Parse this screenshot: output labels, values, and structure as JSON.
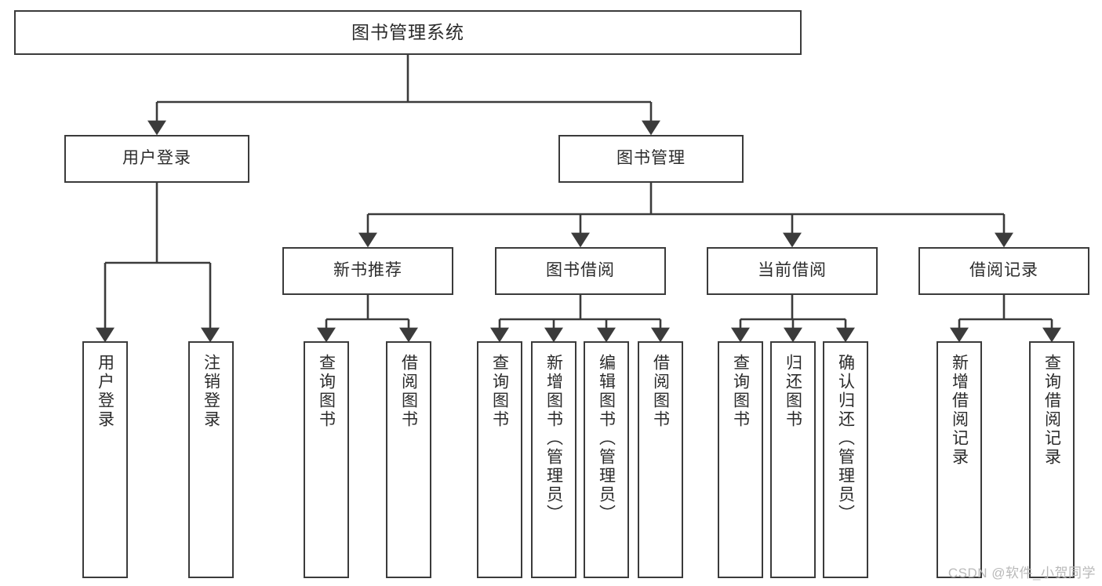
{
  "diagram": {
    "title": "图书管理系统",
    "watermark": "CSDN @软件_小贺同学",
    "background": "#ffffff",
    "stroke_color": "#3b3b3b",
    "text_color": "#2b2b2b",
    "root": {
      "label": "图书管理系统"
    },
    "level2": [
      {
        "id": "user-login",
        "label": "用户登录"
      },
      {
        "id": "book-manage",
        "label": "图书管理"
      }
    ],
    "level3": [
      {
        "id": "new-book-recommend",
        "label": "新书推荐"
      },
      {
        "id": "book-borrow",
        "label": "图书借阅"
      },
      {
        "id": "current-borrow",
        "label": "当前借阅"
      },
      {
        "id": "borrow-record",
        "label": "借阅记录"
      }
    ],
    "leaves": {
      "user_login": [
        {
          "id": "leaf-user-login",
          "label": "用户登录"
        },
        {
          "id": "leaf-logout-login",
          "label": "注销登录"
        }
      ],
      "new_book_recommend": [
        {
          "id": "leaf-query-book-1",
          "label": "查询图书"
        },
        {
          "id": "leaf-borrow-book-1",
          "label": "借阅图书"
        }
      ],
      "book_borrow": [
        {
          "id": "leaf-query-book-2",
          "label": "查询图书"
        },
        {
          "id": "leaf-add-book-admin",
          "label": "新增图书（管理员）"
        },
        {
          "id": "leaf-edit-book-admin",
          "label": "编辑图书（管理员）"
        },
        {
          "id": "leaf-borrow-book-2",
          "label": "借阅图书"
        }
      ],
      "current_borrow": [
        {
          "id": "leaf-query-book-3",
          "label": "查询图书"
        },
        {
          "id": "leaf-return-book",
          "label": "归还图书"
        },
        {
          "id": "leaf-confirm-return-admin",
          "label": "确认归还（管理员）"
        }
      ],
      "borrow_record": [
        {
          "id": "leaf-add-borrow-record",
          "label": "新增借阅记录"
        },
        {
          "id": "leaf-query-borrow-record",
          "label": "查询借阅记录"
        }
      ]
    }
  }
}
